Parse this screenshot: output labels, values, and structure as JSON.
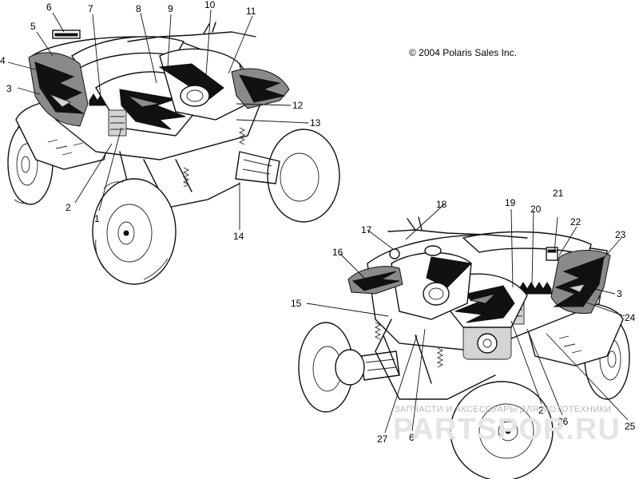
{
  "copyright": "© 2004 Polaris Sales Inc.",
  "watermark": {
    "tagline": "ЗАПЧАСТИ И АКСЕССУАРЫ ДЛЯ МОТОТЕХНИКИ",
    "brand": "PARTSPOR.RU"
  },
  "callouts": {
    "c1": "1",
    "c2": "2",
    "c3": "3",
    "c4": "4",
    "c5": "5",
    "c6": "6",
    "c7": "7",
    "c8": "8",
    "c9": "9",
    "c10": "10",
    "c11": "11",
    "c12": "12",
    "c13": "13",
    "c14": "14",
    "c15": "15",
    "c16": "16",
    "c17": "17",
    "c18": "18",
    "c19": "19",
    "c20": "20",
    "c21": "21",
    "c22": "22",
    "c23": "23",
    "c3b": "3",
    "c24": "24",
    "c25": "25",
    "c2b": "2",
    "c26": "26",
    "c6b": "6",
    "c27": "27"
  }
}
